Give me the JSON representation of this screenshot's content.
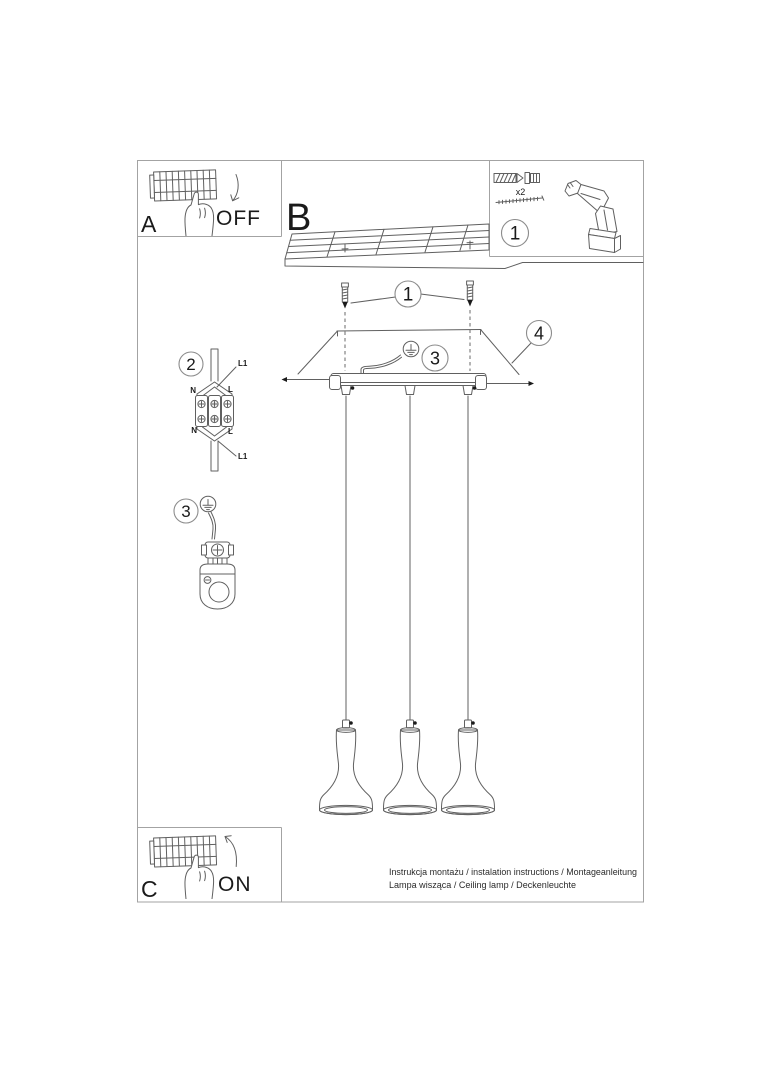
{
  "labels": {
    "section_a": "A",
    "section_b": "B",
    "section_c": "C",
    "off": "OFF",
    "on": "ON"
  },
  "parts_box": {
    "qty": "x2"
  },
  "callouts": {
    "parts": "1",
    "screws": "1",
    "terminal": "2",
    "ground_canopy": "3",
    "ground_bracket": "3",
    "canopy": "4"
  },
  "terminal_block": {
    "l1_top": "L1",
    "l1_bottom": "L1",
    "n_top": "N",
    "l_top": "L",
    "n_bottom": "N",
    "l_bottom": "L"
  },
  "footer": {
    "line1": "Instrukcja montażu / instalation instructions / Montageanleitung",
    "line2": "Lampa wisząca / Ceiling lamp / Deckenleuchte"
  },
  "colors": {
    "line": "#606060",
    "frame": "#a3a3a3",
    "text": "#1a1a1a"
  }
}
